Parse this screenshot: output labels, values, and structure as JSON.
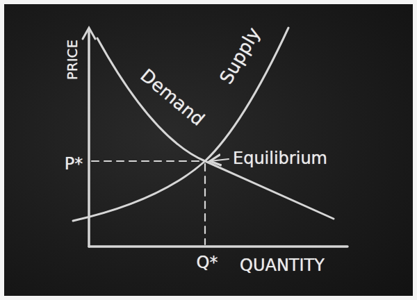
{
  "diagram": {
    "labels": [
      "PRICE",
      "P*",
      "Demand",
      "Supply",
      "Equilibrium",
      "Q*",
      "QUANTITY"
    ]
  }
}
